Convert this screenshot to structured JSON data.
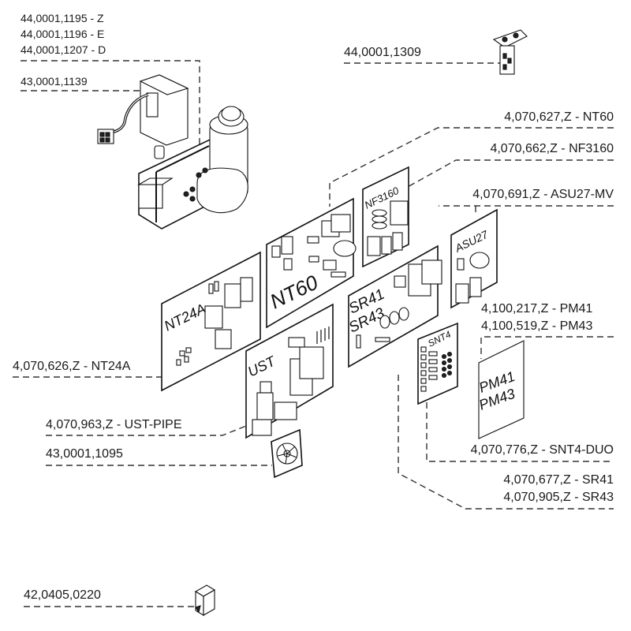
{
  "diagram": {
    "type": "exploded-parts-diagram",
    "callouts": [
      {
        "id": "valve-group",
        "lines": [
          "44,0001,1195 - Z",
          "44,0001,1196 - E",
          "44,0001,1207 - D"
        ]
      },
      {
        "id": "coil-housing",
        "lines": [
          "43,0001,1139"
        ]
      },
      {
        "id": "clip",
        "lines": [
          "44,0001,1309"
        ]
      },
      {
        "id": "nt60",
        "lines": [
          "4,070,627,Z - NT60"
        ]
      },
      {
        "id": "nf3160",
        "lines": [
          "4,070,662,Z - NF3160"
        ]
      },
      {
        "id": "asu27",
        "lines": [
          "4,070,691,Z - ASU27-MV"
        ]
      },
      {
        "id": "pm",
        "lines": [
          "4,100,217,Z - PM41",
          "4,100,519,Z - PM43"
        ]
      },
      {
        "id": "nt24a",
        "lines": [
          "4,070,626,Z - NT24A"
        ]
      },
      {
        "id": "ust-pipe",
        "lines": [
          "4,070,963,Z - UST-PIPE"
        ]
      },
      {
        "id": "fan",
        "lines": [
          "43,0001,1095"
        ]
      },
      {
        "id": "snt4",
        "lines": [
          "4,070,776,Z - SNT4-DUO"
        ]
      },
      {
        "id": "sr",
        "lines": [
          "4,070,677,Z - SR41",
          "4,070,905,Z - SR43"
        ]
      },
      {
        "id": "plug",
        "lines": [
          "42,0405,0220"
        ]
      }
    ],
    "board_labels": {
      "nt24a": "NT24A",
      "nt60": "NT60",
      "nf3160": "NF3160",
      "asu27": "ASU27",
      "sr41": "SR41",
      "sr43": "SR43",
      "ust": "UST",
      "snt4": "SNT4",
      "pm41": "PM41",
      "pm43": "PM43"
    },
    "colors": {
      "line": "#333333",
      "text": "#1a1a1a",
      "background": "#ffffff"
    }
  }
}
